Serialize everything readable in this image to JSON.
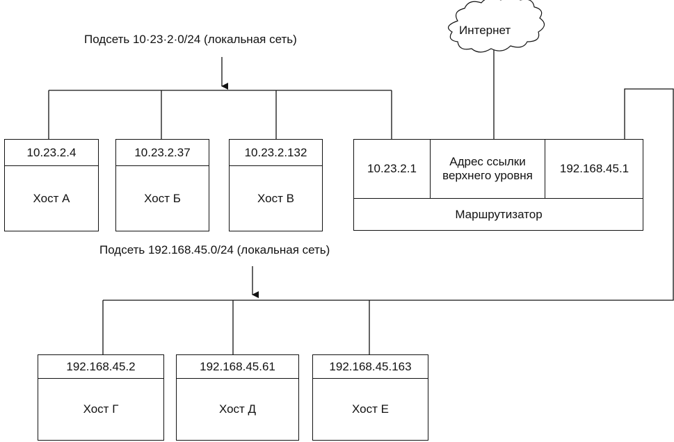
{
  "subnet_top": {
    "label": "Подсеть 10·23·2·0/24 (локальная сеть)"
  },
  "subnet_bottom": {
    "label": "Подсеть 192.168.45.0/24 (локальная сеть)"
  },
  "internet": {
    "label": "Интернет"
  },
  "hosts_top": [
    {
      "ip": "10.23.2.4",
      "name": "Хост А"
    },
    {
      "ip": "10.23.2.37",
      "name": "Хост Б"
    },
    {
      "ip": "10.23.2.132",
      "name": "Хост В"
    }
  ],
  "router": {
    "ip_left": "10.23.2.1",
    "uplink": "Адрес ссылки верхнего уровня",
    "ip_right": "192.168.45.1",
    "name": "Маршрутизатор"
  },
  "hosts_bottom": [
    {
      "ip": "192.168.45.2",
      "name": "Хост  Г"
    },
    {
      "ip": "192.168.45.61",
      "name": "Хост  Д"
    },
    {
      "ip": "192.168.45.163",
      "name": "Хост  Е"
    }
  ]
}
